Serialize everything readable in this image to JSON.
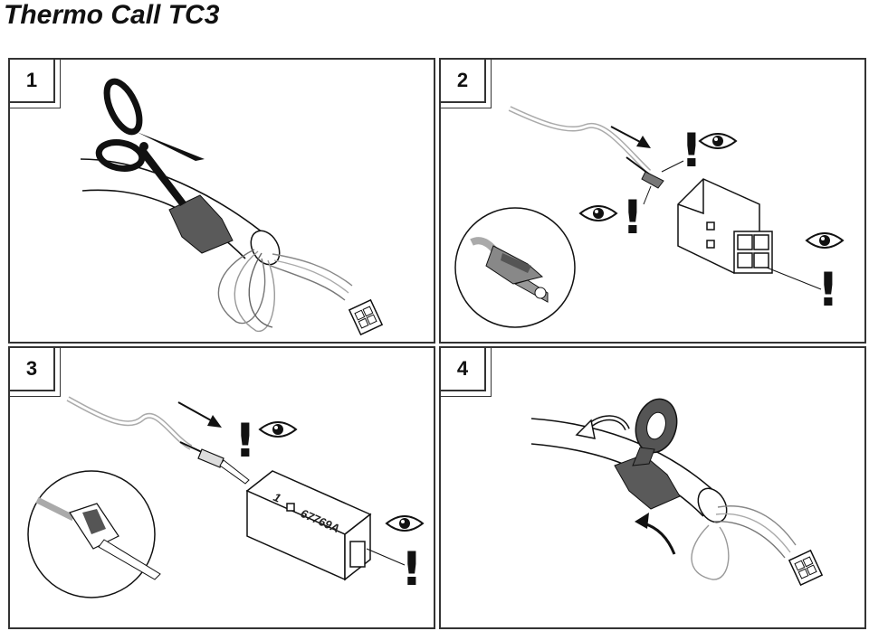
{
  "document": {
    "title": "Thermo Call TC3"
  },
  "steps": [
    {
      "number": "1",
      "action": "cut"
    },
    {
      "number": "2",
      "action": "insert-terminal"
    },
    {
      "number": "3",
      "action": "insert-pin"
    },
    {
      "number": "4",
      "action": "wrap-tape"
    }
  ],
  "labels": {
    "part_number": "67769A",
    "step3_marking": "1"
  },
  "icons": {
    "warning": "exclamation-icon",
    "inspect": "eye-icon",
    "direction": "arrow-icon"
  },
  "colors": {
    "line": "#111111",
    "tape": "#555555",
    "cable": "#9a9a9a",
    "frame": "#333333"
  }
}
